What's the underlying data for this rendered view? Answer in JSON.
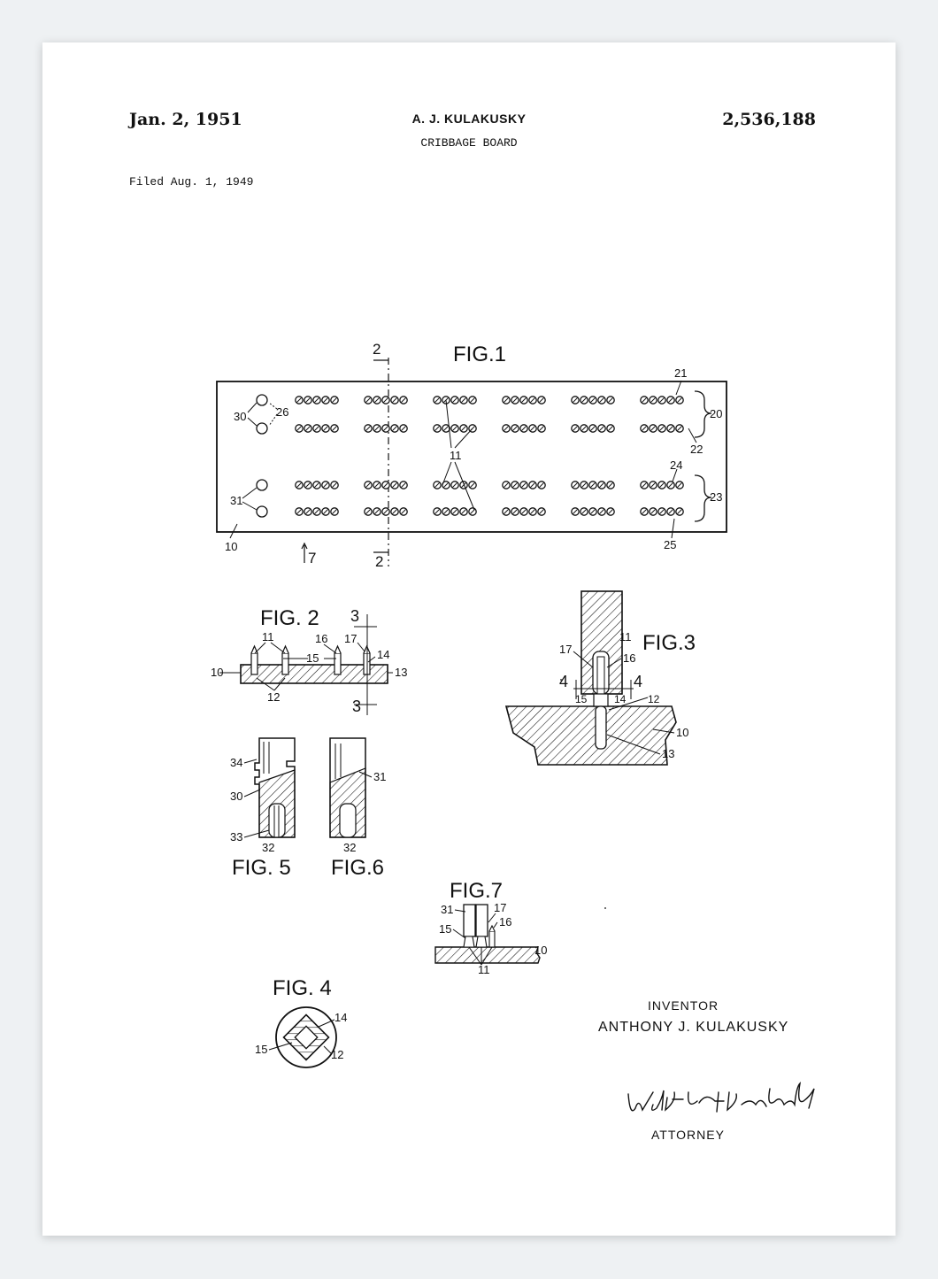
{
  "header": {
    "date": "Jan. 2, 1951",
    "inventor": "A. J. KULAKUSKY",
    "title": "CRIBBAGE BOARD",
    "patent_number": "2,536,188",
    "filed": "Filed Aug. 1, 1949"
  },
  "figures": {
    "fig1": "FIG.1",
    "fig2": "FIG. 2",
    "fig3": "FIG.3",
    "fig4": "FIG. 4",
    "fig5": "FIG. 5",
    "fig6": "FIG.6",
    "fig7": "FIG.7"
  },
  "callouts": {
    "fig1": [
      "2",
      "21",
      "20",
      "22",
      "24",
      "23",
      "25",
      "30",
      "26",
      "31",
      "11",
      "10",
      "7",
      "2"
    ],
    "fig2": [
      "3",
      "11",
      "16",
      "17",
      "15",
      "14",
      "10",
      "13",
      "12",
      "3"
    ],
    "fig3": [
      "11",
      "17",
      "16",
      "4",
      "4",
      "15",
      "14",
      "12",
      "10",
      "13"
    ],
    "fig5": [
      "34",
      "30",
      "33",
      "32"
    ],
    "fig6": [
      "31",
      "32"
    ],
    "fig7": [
      "31",
      "17",
      "16",
      "15",
      "10",
      "11"
    ],
    "fig4": [
      "14",
      "15",
      "12"
    ]
  },
  "signature": {
    "inventor_label": "INVENTOR",
    "inventor_name": "ANTHONY J. KULAKUSKY",
    "attorney_label": "ATTORNEY",
    "attorney_signature": "Walter H. Wakefield"
  }
}
